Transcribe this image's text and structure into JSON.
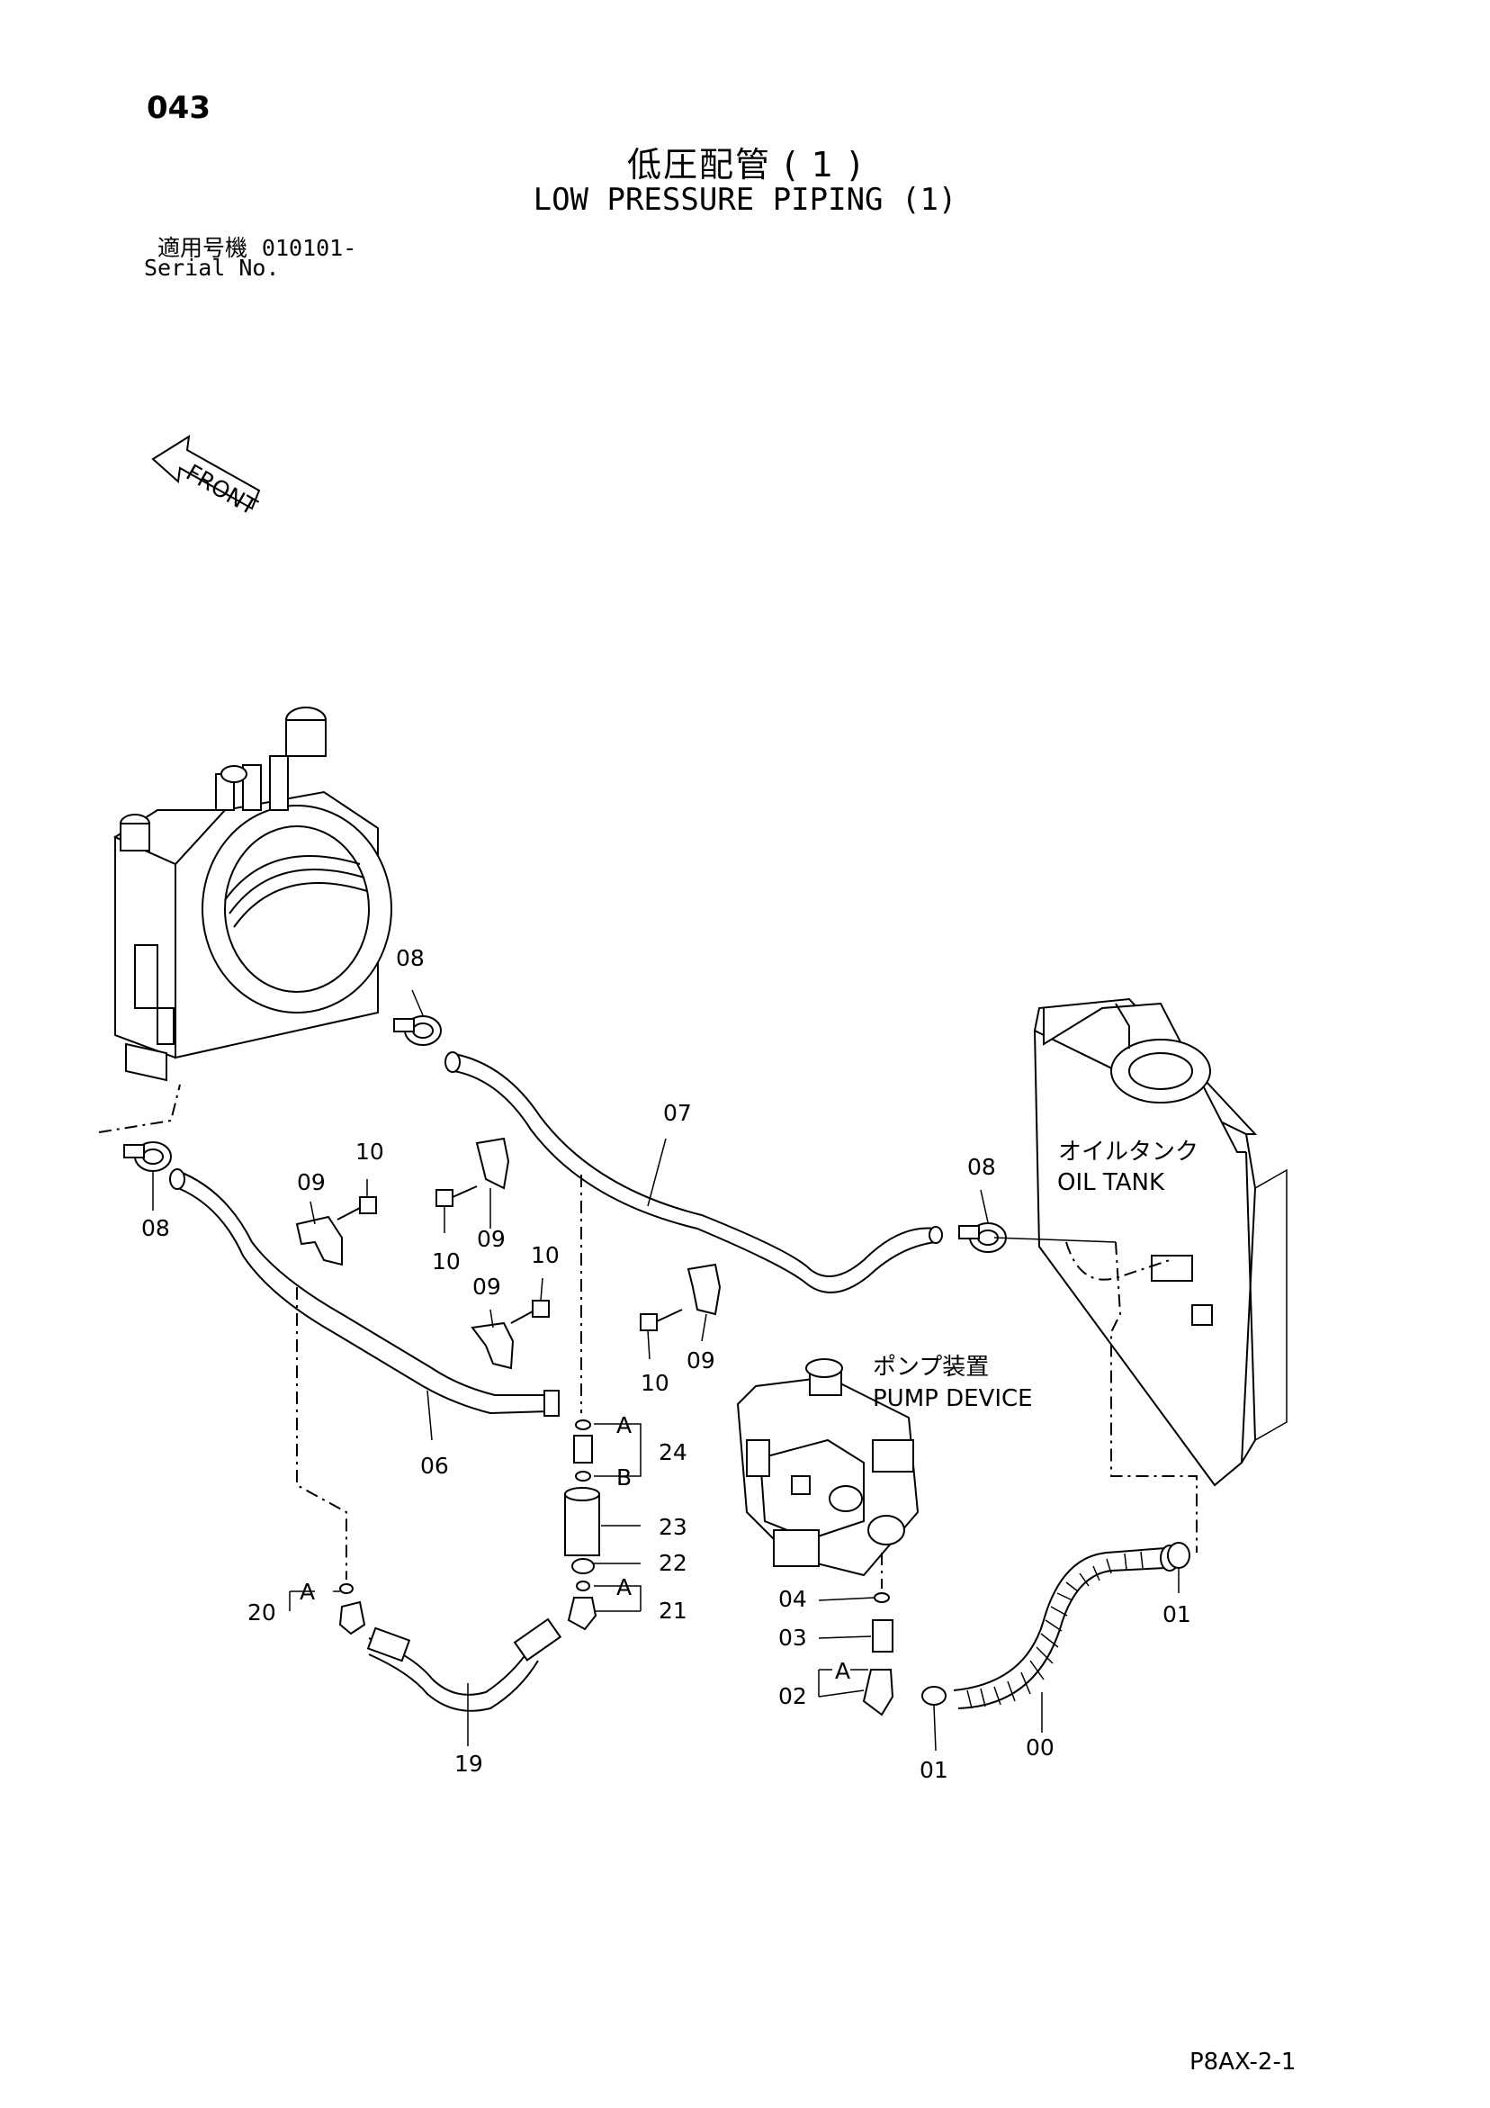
{
  "page_number": "043",
  "title_jp": "低圧配管 ( 1 )",
  "title_en": "LOW PRESSURE PIPING (1)",
  "serial_label_jp": "適用号機",
  "serial_value": "010101-",
  "serial_label_en": "Serial No.",
  "page_code": "P8AX-2-1",
  "front_label": "FRONT",
  "components": {
    "oil_tank_jp": "オイルタンク",
    "oil_tank_en": "OIL TANK",
    "pump_jp": "ポンプ装置",
    "pump_en": "PUMP DEVICE"
  },
  "callouts": {
    "c08a": "08",
    "c08b": "08",
    "c08c": "08",
    "c07": "07",
    "c06": "06",
    "c10a": "10",
    "c10b": "10",
    "c10c": "10",
    "c10d": "10",
    "c09a": "09",
    "c09b": "09",
    "c09c": "09",
    "c09d": "09",
    "c24": "24",
    "c23": "23",
    "c22": "22",
    "c21": "21",
    "c20": "20",
    "c19": "19",
    "c04": "04",
    "c03": "03",
    "c02": "02",
    "c01a": "01",
    "c01b": "01",
    "c00": "00",
    "cA1": "A",
    "cA2": "A",
    "cA3": "A",
    "cA4": "A",
    "cB1": "B"
  },
  "colors": {
    "line": "#000000",
    "background": "#ffffff"
  }
}
